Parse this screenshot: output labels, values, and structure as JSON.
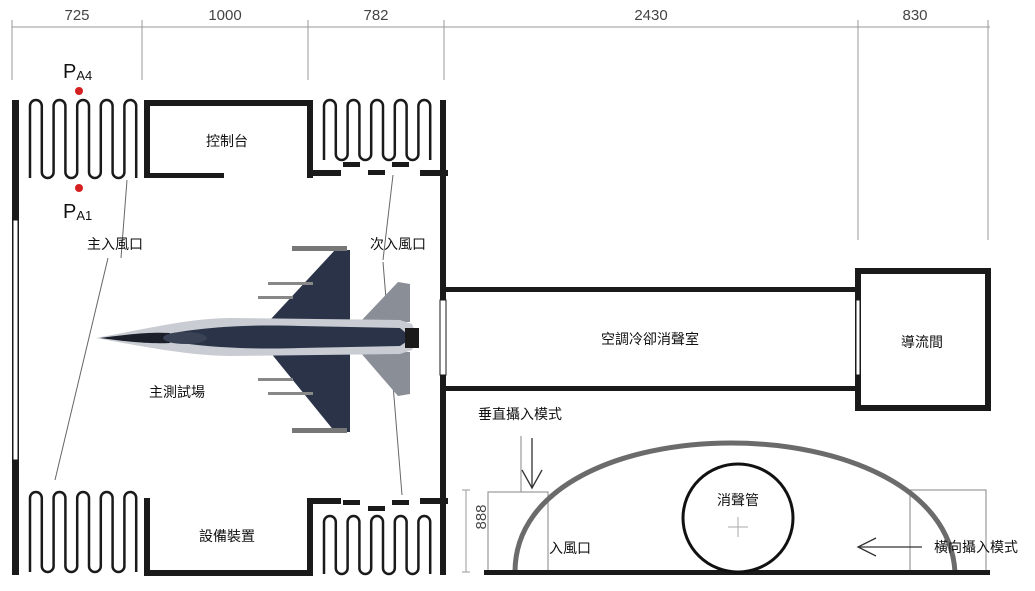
{
  "dimensions": [
    "725",
    "1000",
    "782",
    "2430",
    "830"
  ],
  "height_dim": "888",
  "points": {
    "pa4": {
      "main": "P",
      "sub": "A4"
    },
    "pa1": {
      "main": "P",
      "sub": "A1"
    }
  },
  "labels": {
    "control_desk": "控制台",
    "main_inlet": "主入風口",
    "secondary_inlet": "次入風口",
    "main_test_area": "主測試場",
    "equipment": "設備裝置",
    "cooling_muffler_room": "空調冷卻消聲室",
    "diversion_room": "導流間",
    "vertical_mode": "垂直攝入模式",
    "horizontal_mode": "橫向攝入模式",
    "muffler_pipe": "消聲管",
    "inlet": "入風口"
  },
  "colors": {
    "wall": "#1a1a1a",
    "point": "#d42020",
    "arch": "#6b6b6b",
    "guide": "#999999",
    "jet_dark": "#2a3348",
    "jet_light": "#c9ccd2"
  }
}
